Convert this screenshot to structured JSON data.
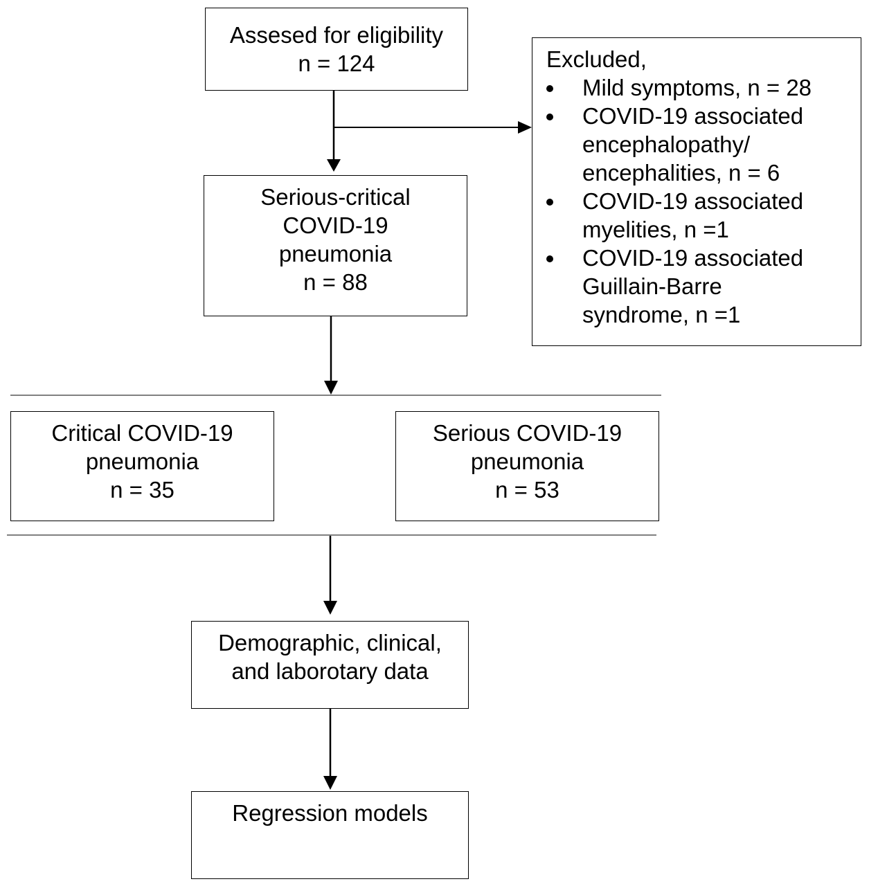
{
  "boxes": {
    "eligibility": {
      "lines": [
        "Assesed for eligibility",
        "n = 124"
      ]
    },
    "excluded": {
      "title": "Excluded,",
      "items": [
        [
          "Mild symptoms, n = 28"
        ],
        [
          "COVID-19 associated",
          "encephalopathy/",
          "encephalities, n = 6"
        ],
        [
          "COVID-19 associated",
          "myelities, n =1"
        ],
        [
          "COVID-19 associated",
          "Guillain-Barre",
          "syndrome, n =1"
        ]
      ]
    },
    "serious_critical": {
      "lines": [
        "Serious-critical",
        "COVID-19",
        "pneumonia",
        "n = 88"
      ]
    },
    "critical": {
      "lines": [
        "Critical COVID-19",
        "pneumonia",
        "n = 35"
      ]
    },
    "serious": {
      "lines": [
        "Serious COVID-19",
        "pneumonia",
        "n = 53"
      ]
    },
    "data": {
      "lines": [
        "Demographic, clinical,",
        "and laborotary data"
      ]
    },
    "regression": {
      "lines": [
        "Regression models"
      ]
    }
  }
}
